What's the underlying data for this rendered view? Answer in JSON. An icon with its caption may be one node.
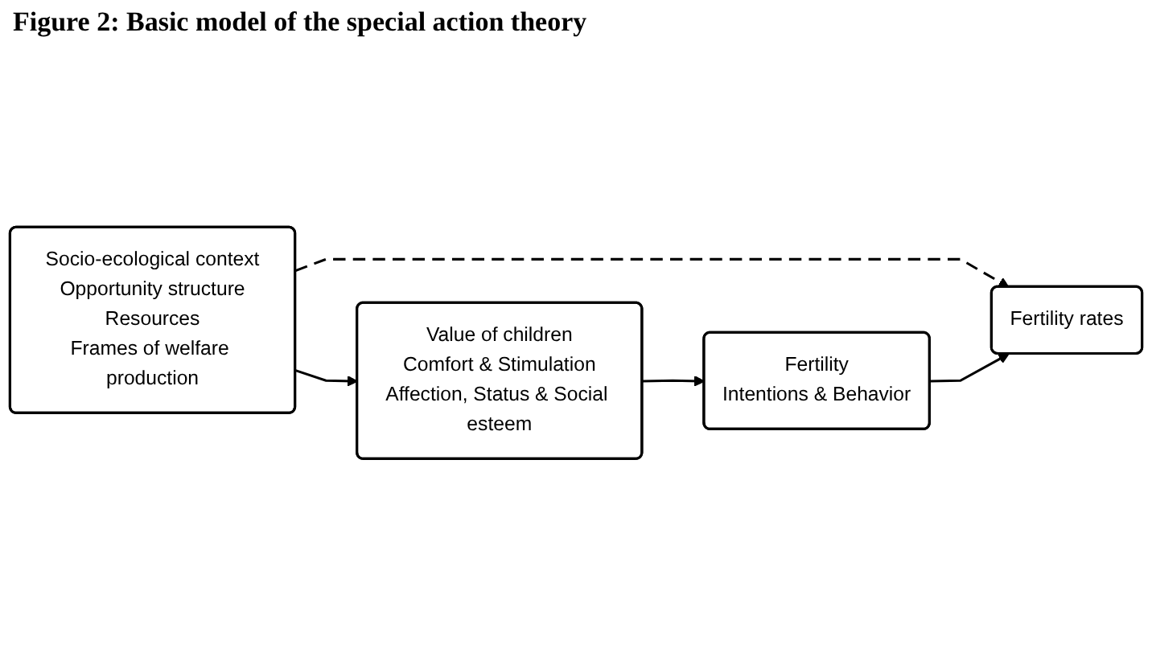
{
  "diagram": {
    "title": "Figure 2: Basic model of the special action theory",
    "nodes": [
      {
        "text": [
          "Socio-ecological context",
          "Opportunity structure",
          "Resources",
          "Frames of welfare production"
        ]
      },
      {
        "text": [
          "Fertility rates"
        ]
      },
      {
        "text": [
          "Value of children",
          "Comfort & Stimulation",
          "Affection, Status & Social esteem"
        ]
      },
      {
        "text": [
          "Fertility",
          "Intentions & Behavior"
        ]
      }
    ],
    "edges": [
      {
        "from": 0,
        "to": 1,
        "arrow": "to",
        "style": "dashed"
      },
      {
        "from": 0,
        "to": 2,
        "arrow": "to"
      },
      {
        "from": 2,
        "to": 3,
        "arrow": "to"
      },
      {
        "from": 3,
        "to": 1,
        "arrow": "to"
      }
    ]
  }
}
